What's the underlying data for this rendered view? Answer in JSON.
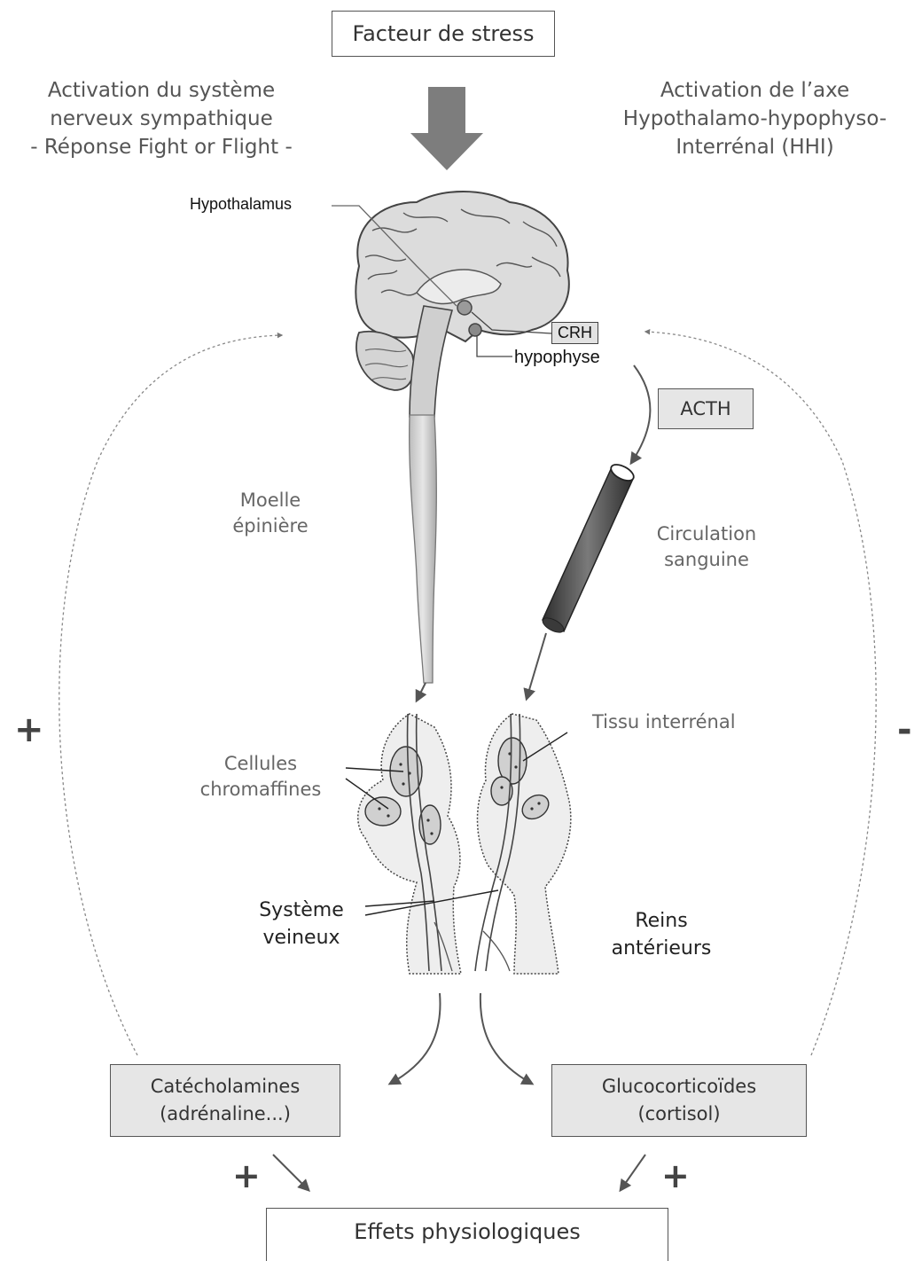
{
  "stressor": "Facteur de stress",
  "left_axis": {
    "lines": [
      "Activation du système",
      "nerveux sympathique",
      "- Réponse Fight or Flight -"
    ]
  },
  "right_axis": {
    "lines": [
      "Activation de l’axe",
      "Hypothalamo-hypophyso-",
      "Interrénal (HHI)"
    ]
  },
  "brain": {
    "hypothalamus": "Hypothalamus",
    "crh": "CRH",
    "hypophyse": "hypophyse"
  },
  "acth": "ACTH",
  "moelle": [
    "Moelle",
    "épinière"
  ],
  "circulation": [
    "Circulation",
    "sanguine"
  ],
  "tissu": "Tissu interrénal",
  "cellules": [
    "Cellules",
    "chromaffines"
  ],
  "systeme": [
    "Système",
    "veineux"
  ],
  "reins": [
    "Reins",
    "antérieurs"
  ],
  "catecholamines": [
    "Catécholamines",
    "(adrénaline...)"
  ],
  "glucocorticoides": [
    "Glucocorticoïdes",
    "(cortisol)"
  ],
  "effets": "Effets physiologiques",
  "feedback": {
    "left_sign": "+",
    "right_sign": "-"
  },
  "effects_signs": {
    "left": "+",
    "right": "+"
  }
}
